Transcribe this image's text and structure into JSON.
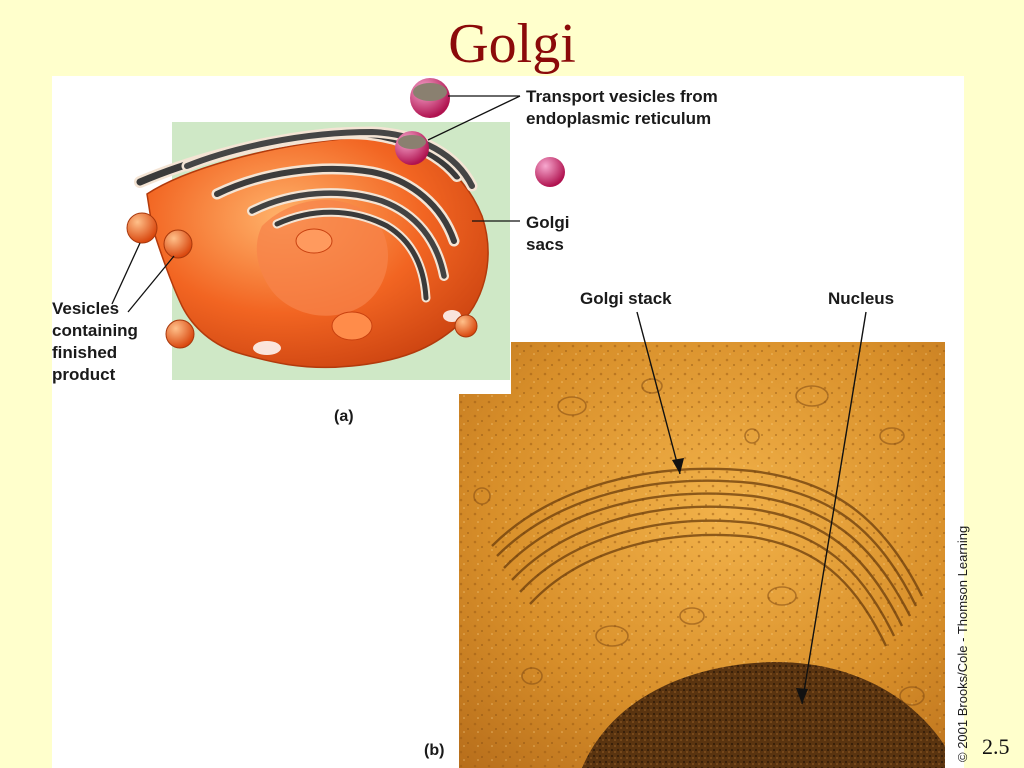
{
  "slide": {
    "title": "Golgi",
    "number": "2.5"
  },
  "figure": {
    "panel_a": "(a)",
    "panel_b": "(b)",
    "labels": {
      "transport": "Transport vesicles from\nendoplasmic reticulum",
      "golgi_sacs": "Golgi\nsacs",
      "vesicles_finished": "Vesicles\ncontaining\nfinished\nproduct",
      "golgi_stack": "Golgi stack",
      "nucleus": "Nucleus"
    },
    "copyright": "© 2001 Brooks/Cole - Thomson Learning"
  },
  "colors": {
    "background": "#ffffcc",
    "title": "#8b0a0a",
    "panel_a_backdrop": "#cfe8c6",
    "golgi_orange": "#f26522",
    "vesicle_pink": "#c2185b",
    "micrograph": "#d9952e"
  }
}
